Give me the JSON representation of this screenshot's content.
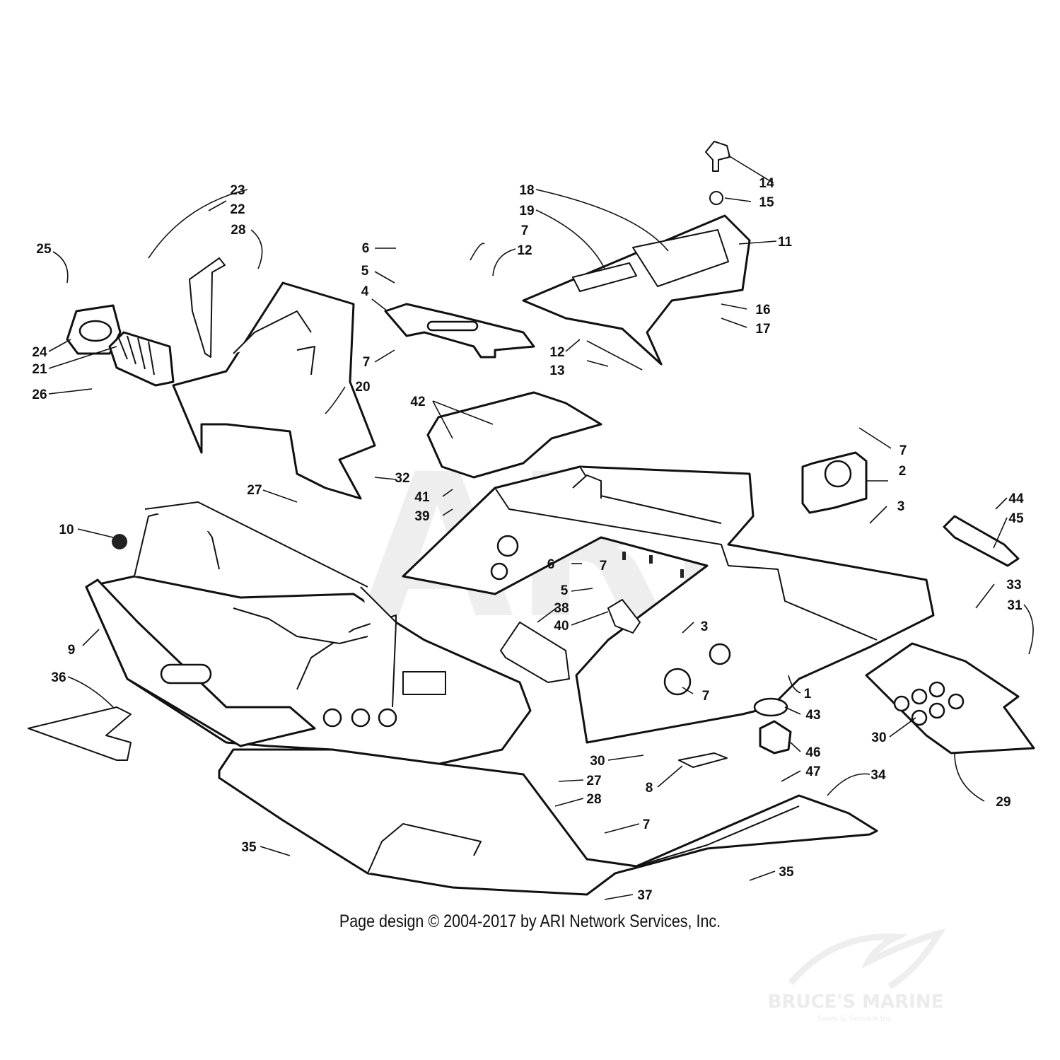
{
  "watermark": {
    "text": "ARI"
  },
  "copyright": "Page design © 2004-2017 by ARI Network Services, Inc.",
  "dealer": {
    "name": "BRUCE'S MARINE",
    "tagline": "Sales & Service Inc."
  },
  "parts": [
    {
      "label": "1"
    },
    {
      "label": "2"
    },
    {
      "label": "3"
    },
    {
      "label": "3"
    },
    {
      "label": "4"
    },
    {
      "label": "5"
    },
    {
      "label": "5"
    },
    {
      "label": "6"
    },
    {
      "label": "6"
    },
    {
      "label": "7"
    },
    {
      "label": "7"
    },
    {
      "label": "7"
    },
    {
      "label": "7"
    },
    {
      "label": "7"
    },
    {
      "label": "7"
    },
    {
      "label": "8"
    },
    {
      "label": "9"
    },
    {
      "label": "10"
    },
    {
      "label": "11"
    },
    {
      "label": "12"
    },
    {
      "label": "12"
    },
    {
      "label": "13"
    },
    {
      "label": "14"
    },
    {
      "label": "15"
    },
    {
      "label": "16"
    },
    {
      "label": "17"
    },
    {
      "label": "18"
    },
    {
      "label": "19"
    },
    {
      "label": "20"
    },
    {
      "label": "21"
    },
    {
      "label": "22"
    },
    {
      "label": "23"
    },
    {
      "label": "24"
    },
    {
      "label": "25"
    },
    {
      "label": "26"
    },
    {
      "label": "27"
    },
    {
      "label": "27"
    },
    {
      "label": "28"
    },
    {
      "label": "28"
    },
    {
      "label": "29"
    },
    {
      "label": "30"
    },
    {
      "label": "30"
    },
    {
      "label": "31"
    },
    {
      "label": "32"
    },
    {
      "label": "33"
    },
    {
      "label": "34"
    },
    {
      "label": "35"
    },
    {
      "label": "35"
    },
    {
      "label": "36"
    },
    {
      "label": "37"
    },
    {
      "label": "38"
    },
    {
      "label": "39"
    },
    {
      "label": "40"
    },
    {
      "label": "41"
    },
    {
      "label": "42"
    },
    {
      "label": "43"
    },
    {
      "label": "44"
    },
    {
      "label": "45"
    },
    {
      "label": "46"
    },
    {
      "label": "47"
    }
  ]
}
